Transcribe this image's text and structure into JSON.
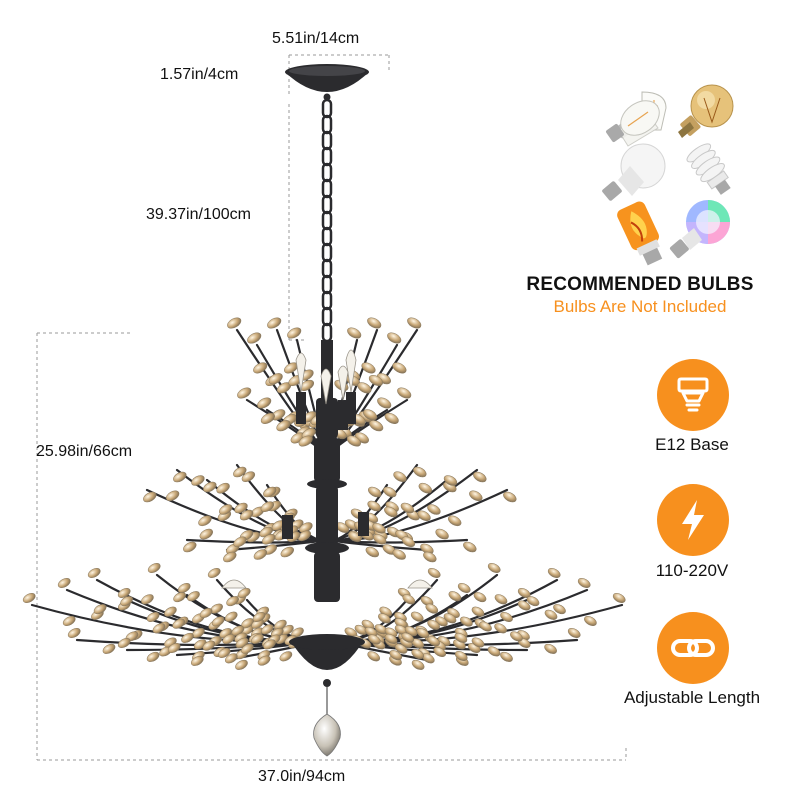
{
  "dimensions": {
    "canopy_width": "5.51in/14cm",
    "canopy_height": "1.57in/4cm",
    "chain_length": "39.37in/100cm",
    "body_height": "25.98in/66cm",
    "body_width": "37.0in/94cm"
  },
  "bulbs": {
    "title": "RECOMMENDED BULBS",
    "subtitle": "Bulbs Are Not Included",
    "types": [
      "edison-st64-bulb",
      "edison-g-bulb",
      "led-a19-bulb",
      "spiral-cfl-bulb",
      "flame-effect-bulb",
      "rgb-smart-bulb"
    ]
  },
  "features": [
    {
      "icon": "bulb-base-icon",
      "label": "E12 Base"
    },
    {
      "icon": "lightning-icon",
      "label": "110-220V"
    },
    {
      "icon": "link-icon",
      "label": "Adjustable Length"
    }
  ],
  "colors": {
    "accent": "#f7901e",
    "text": "#111111",
    "metal": "#2b2b2e",
    "crystal": "#c9a877"
  }
}
